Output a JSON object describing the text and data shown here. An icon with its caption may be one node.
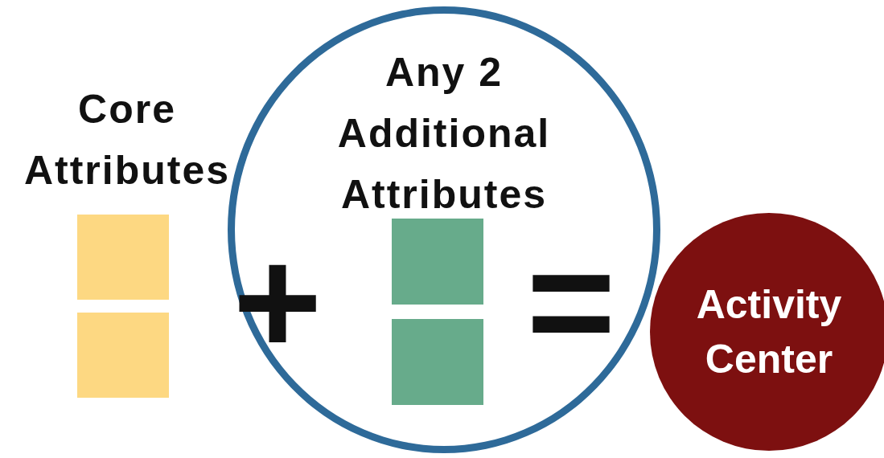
{
  "diagram": {
    "nodes": [
      {
        "text": [],
        "shape": "box"
      },
      {
        "text": [],
        "shape": "box"
      },
      {
        "text": [
          "Any 2 Additional Attributes"
        ]
      },
      {
        "text": [],
        "shape": "box",
        "in": 2
      },
      {
        "text": [],
        "shape": "box",
        "in": 2
      },
      {
        "text": [
          "Activity Center"
        ]
      }
    ],
    "labels": [
      "Core Attributes",
      "+",
      "="
    ]
  }
}
